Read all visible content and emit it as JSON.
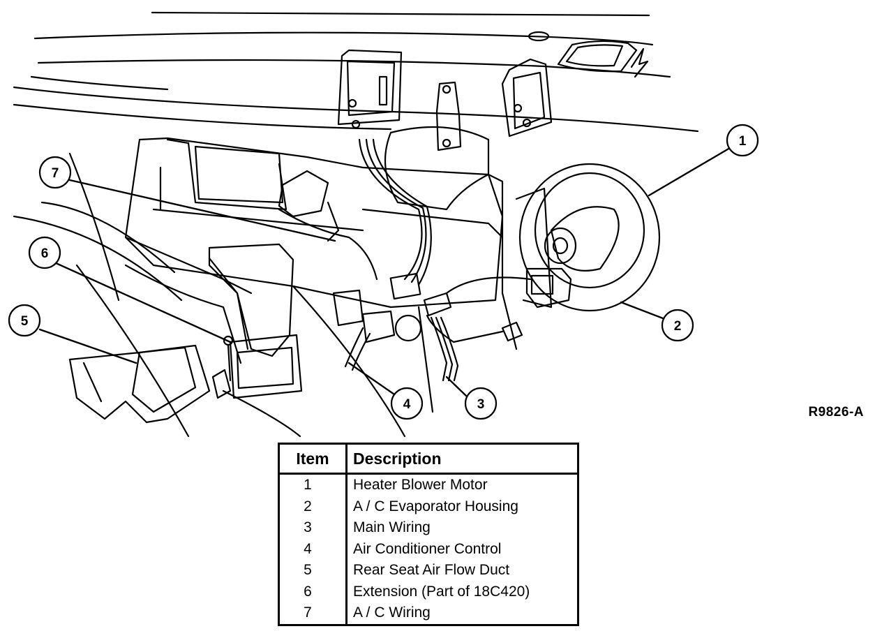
{
  "reference_code": "R9826-A",
  "callouts": [
    "1",
    "2",
    "3",
    "4",
    "5",
    "6",
    "7"
  ],
  "legend": {
    "headers": {
      "item": "Item",
      "description": "Description"
    },
    "rows": [
      {
        "item": "1",
        "description": "Heater Blower Motor"
      },
      {
        "item": "2",
        "description": "A / C Evaporator Housing"
      },
      {
        "item": "3",
        "description": "Main Wiring"
      },
      {
        "item": "4",
        "description": "Air Conditioner Control"
      },
      {
        "item": "5",
        "description": "Rear Seat Air Flow Duct"
      },
      {
        "item": "6",
        "description": "Extension (Part of 18C420)"
      },
      {
        "item": "7",
        "description": "A / C Wiring"
      }
    ]
  }
}
